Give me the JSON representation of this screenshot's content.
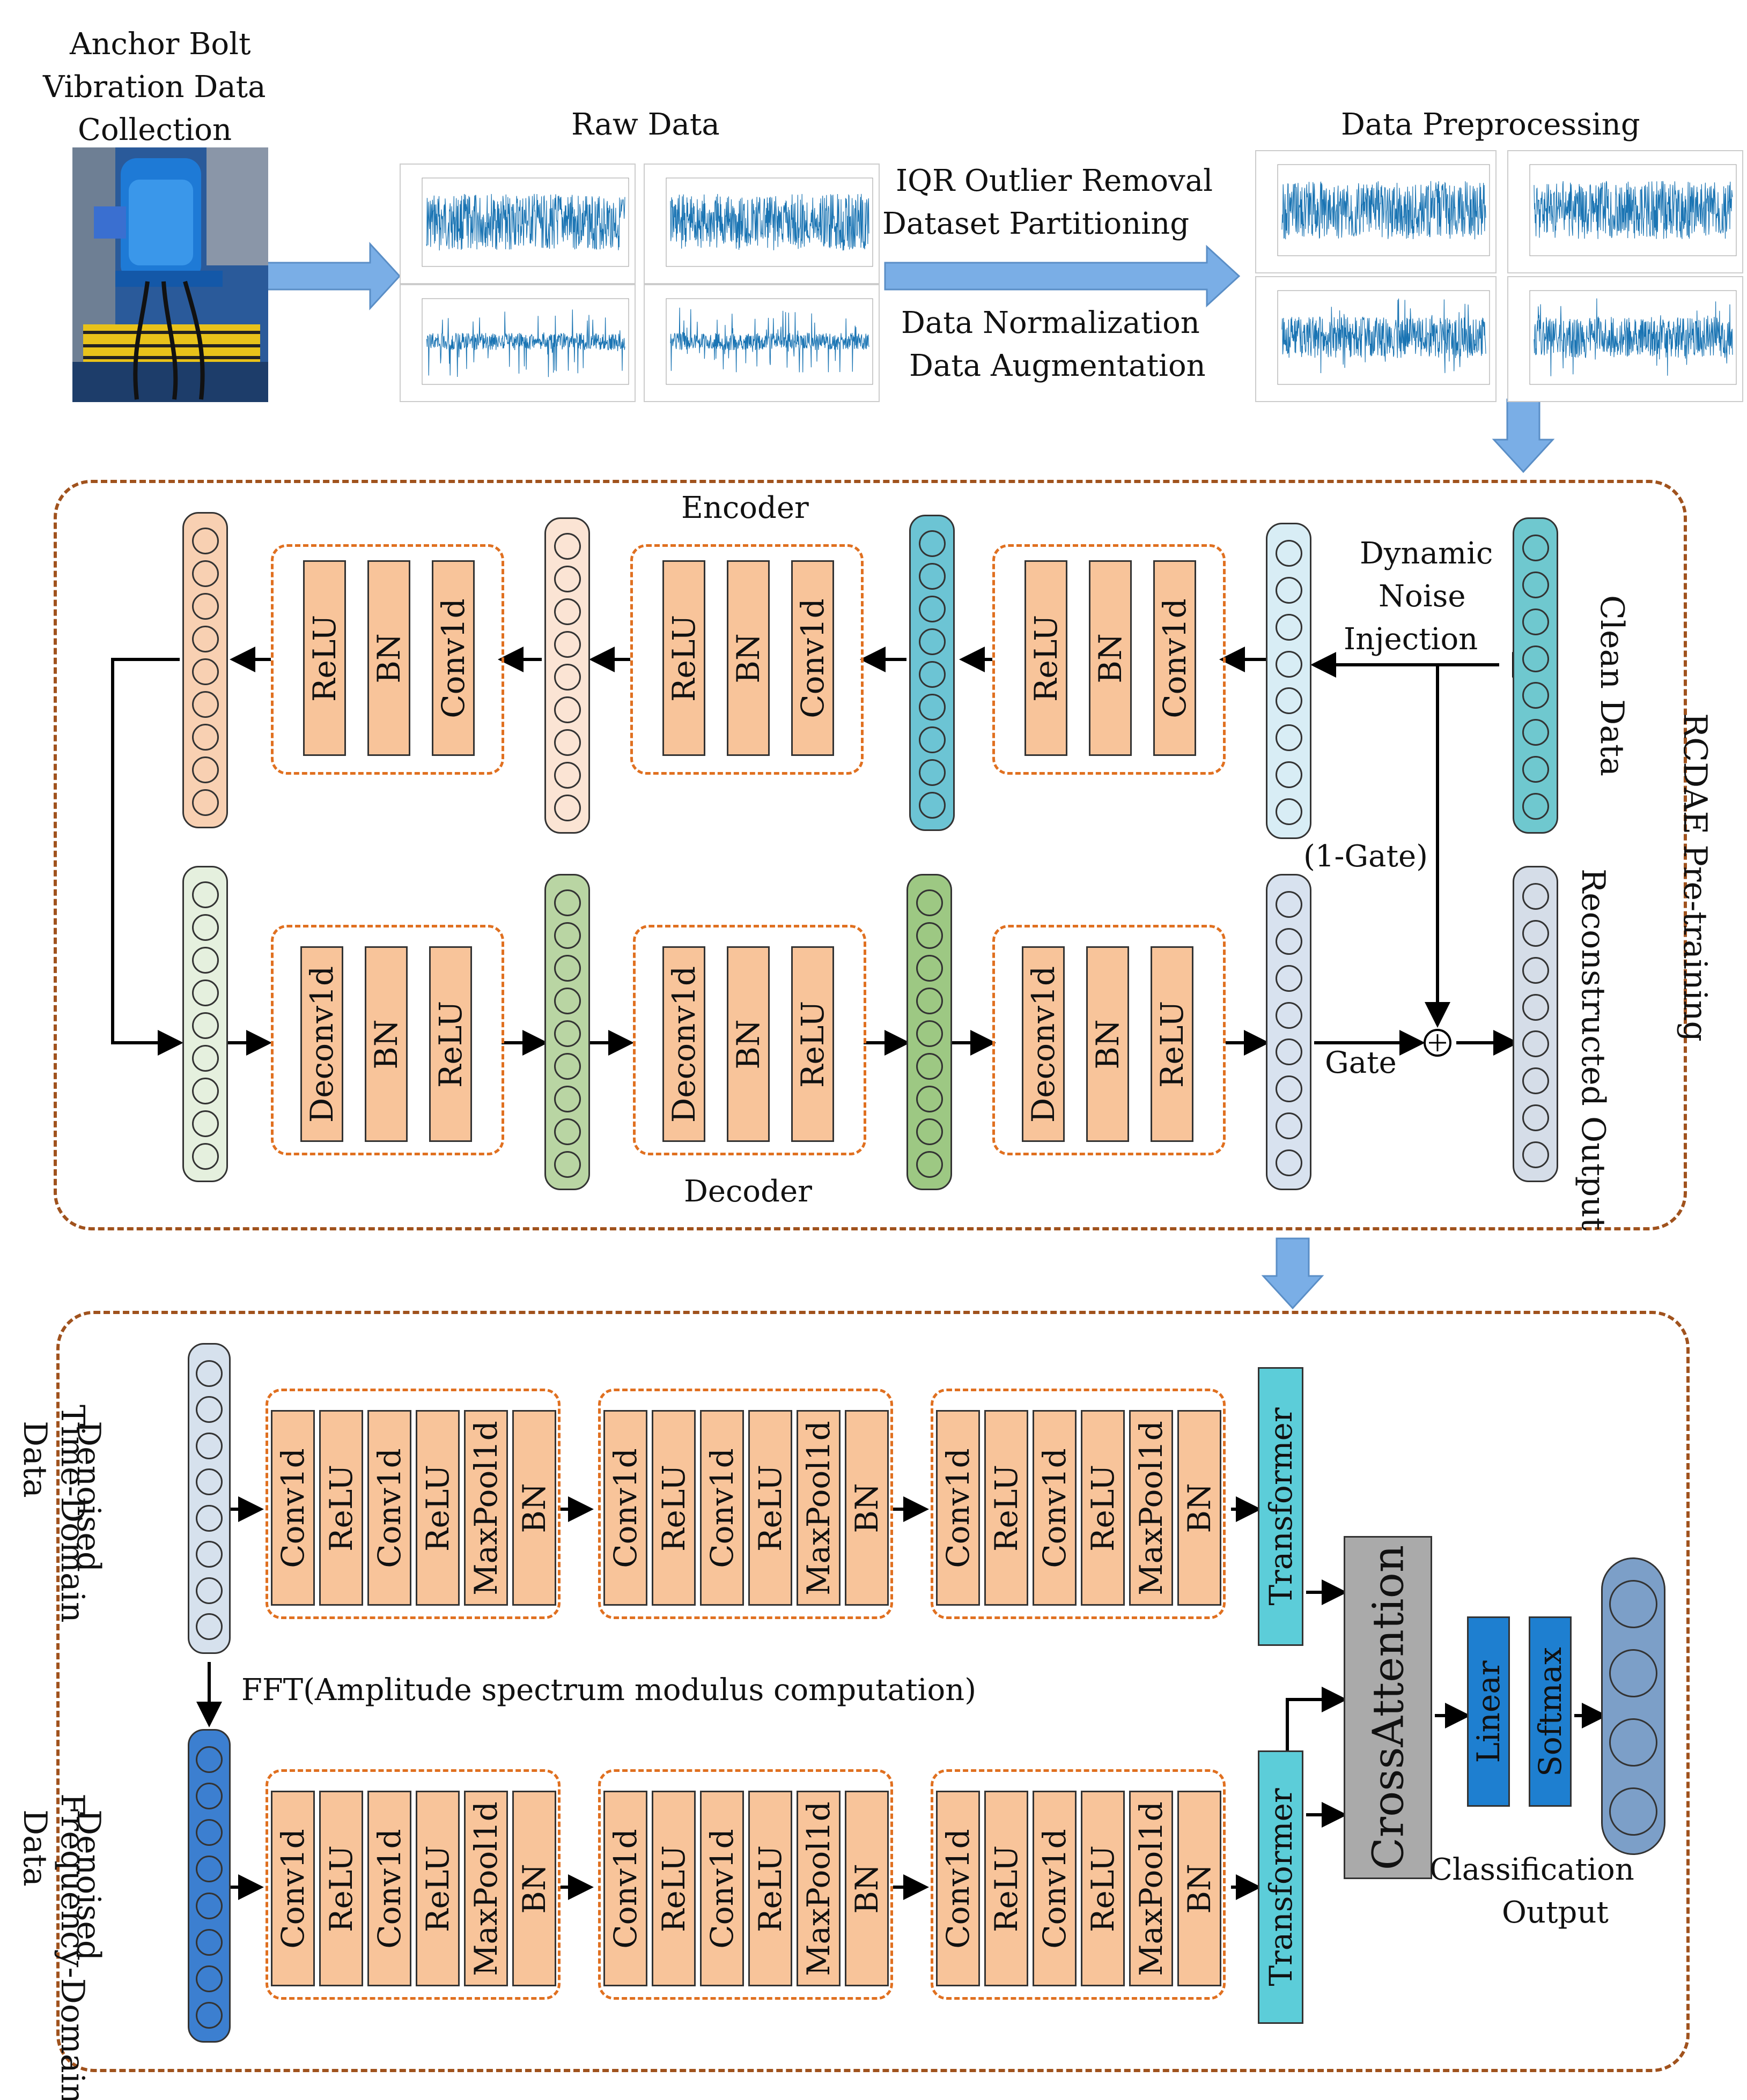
{
  "top": {
    "collection_title": [
      "Anchor Bolt",
      "Vibration Data",
      "Collection"
    ],
    "raw_data_title": "Raw Data",
    "preprocessing_title": "Data Preprocessing",
    "steps_upper": [
      "IQR Outlier Removal",
      "Dataset Partitioning"
    ],
    "steps_lower": [
      "Data Normalization",
      "Data Augmentation"
    ]
  },
  "rcdae": {
    "section_label": "RCDAE Pre-training",
    "encoder_label": "Encoder",
    "decoder_label": "Decoder",
    "encoder_blocks": [
      [
        "ReLU",
        "BN",
        "Conv1d"
      ],
      [
        "ReLU",
        "BN",
        "Conv1d"
      ],
      [
        "ReLU",
        "BN",
        "Conv1d"
      ]
    ],
    "decoder_blocks": [
      [
        "Deconv1d",
        "BN",
        "ReLU"
      ],
      [
        "Deconv1d",
        "BN",
        "ReLU"
      ],
      [
        "Deconv1d",
        "BN",
        "ReLU"
      ]
    ],
    "noise_label": [
      "Dynamic",
      "Noise",
      "Injection"
    ],
    "clean_data": "Clean Data",
    "one_minus_gate": "(1-Gate)",
    "gate": "Gate",
    "plus_symbol": "+",
    "reconstructed": "Reconstructed Output"
  },
  "classifier": {
    "time_input": [
      "Denoised",
      "Time-Domain",
      "Data"
    ],
    "freq_input": [
      "Denoised",
      "Frequency-Domain",
      "Data"
    ],
    "fft_label": "FFT(Amplitude spectrum modulus computation)",
    "cnn_block": [
      "Conv1d",
      "ReLU",
      "Conv1d",
      "ReLU",
      "MaxPool1d",
      "BN"
    ],
    "transformer": "Transformer",
    "cross_attention": "CrossAttention",
    "linear": "Linear",
    "softmax": "Softmax",
    "output_label": [
      "Classification",
      "Output"
    ]
  },
  "colors": {
    "layer_fill": "#f8c49a",
    "inner_dash": "#e07020",
    "outer_dash": "#a0521d",
    "arrow_blue": "#7aaee6",
    "signal": "#1a74b3"
  }
}
